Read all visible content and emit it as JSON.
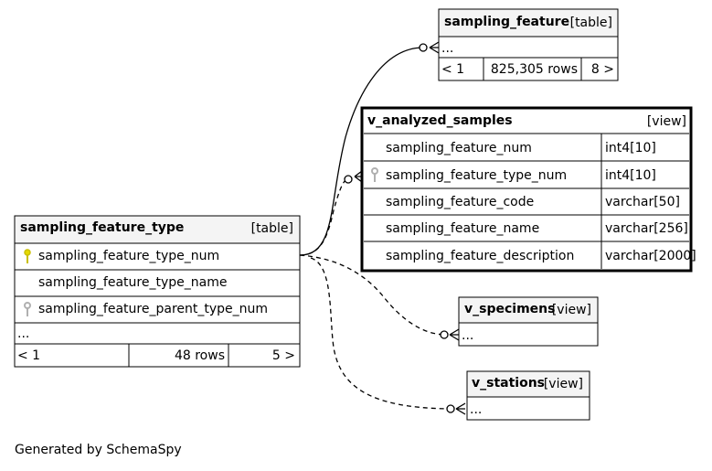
{
  "tables": {
    "sampling_feature": {
      "name": "sampling_feature",
      "kind": "[table]",
      "ellipsis": "...",
      "prev": "< 1",
      "rows": "825,305 rows",
      "next": "8 >"
    },
    "v_analyzed_samples": {
      "name": "v_analyzed_samples",
      "kind": "[view]",
      "columns": [
        {
          "name": "sampling_feature_num",
          "type": "int4[10]",
          "key": "none"
        },
        {
          "name": "sampling_feature_type_num",
          "type": "int4[10]",
          "key": "foreign"
        },
        {
          "name": "sampling_feature_code",
          "type": "varchar[50]",
          "key": "none"
        },
        {
          "name": "sampling_feature_name",
          "type": "varchar[256]",
          "key": "none"
        },
        {
          "name": "sampling_feature_description",
          "type": "varchar[2000]",
          "key": "none"
        }
      ]
    },
    "sampling_feature_type": {
      "name": "sampling_feature_type",
      "kind": "[table]",
      "columns": [
        {
          "name": "sampling_feature_type_num",
          "key": "primary"
        },
        {
          "name": "sampling_feature_type_name",
          "key": "none"
        },
        {
          "name": "sampling_feature_parent_type_num",
          "key": "foreign"
        }
      ],
      "ellipsis": "...",
      "prev": "< 1",
      "rows": "48 rows",
      "next": "5 >"
    },
    "v_specimens": {
      "name": "v_specimens",
      "kind": "[view]",
      "ellipsis": "..."
    },
    "v_stations": {
      "name": "v_stations",
      "kind": "[view]",
      "ellipsis": "..."
    }
  },
  "colors": {
    "header_bg": "#f4f4f4",
    "primary_key": "#e5d900",
    "foreign_key": "#b0b0b0",
    "line": "#000000"
  },
  "footer": "Generated by SchemaSpy"
}
